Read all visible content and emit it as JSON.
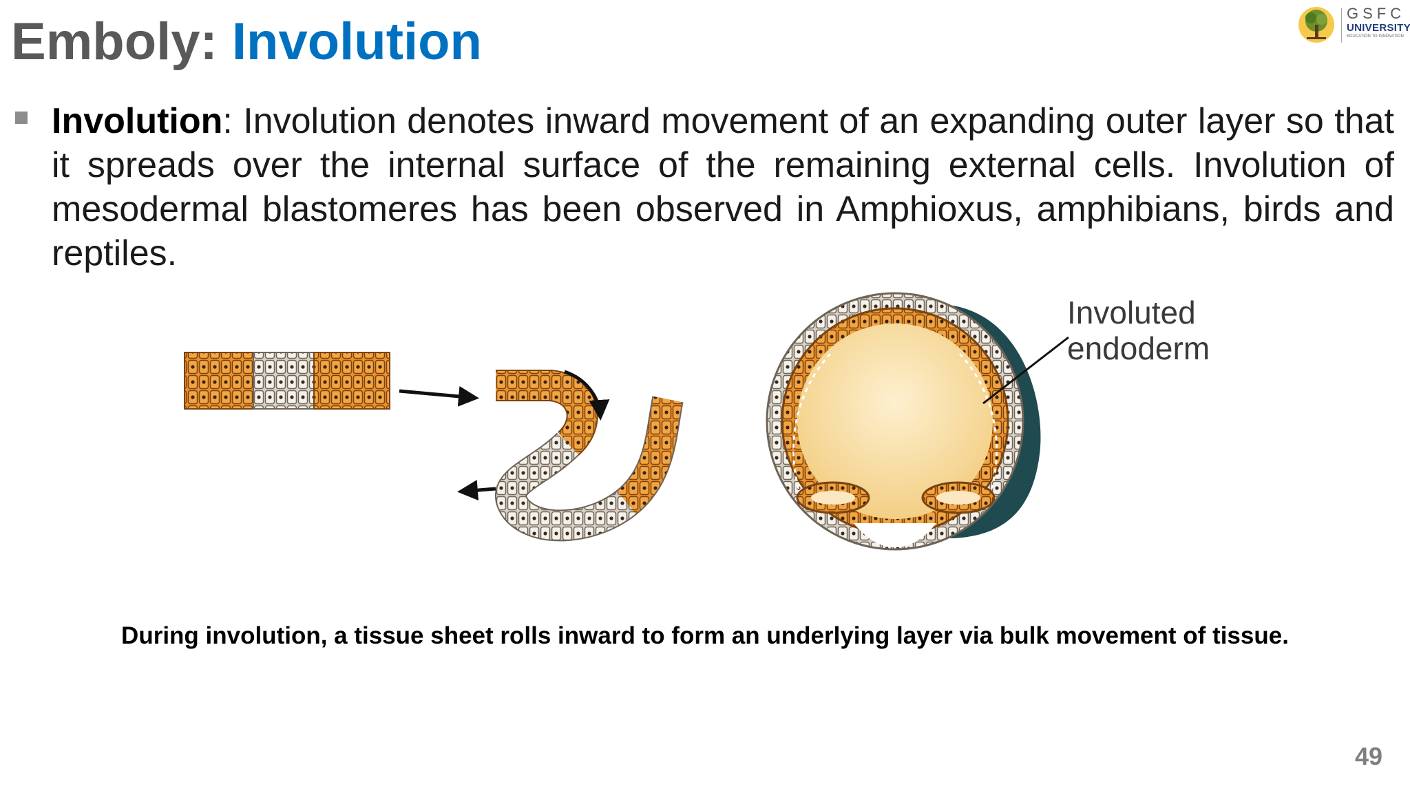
{
  "slide": {
    "title_prefix": "Emboly: ",
    "title_highlight": "Involution",
    "logo": {
      "line1": "GSFC",
      "line2": "UNIVERSITY",
      "tagline": "EDUCATION TO INNOVATION"
    },
    "bullet": {
      "term": "Involution",
      "text": ": Involution denotes inward movement of an expanding outer layer so that it spreads over the internal surface of the remaining external cells. Involution of mesodermal blastomeres has been observed in Amphioxus, amphibians, birds and reptiles."
    },
    "figure": {
      "label_line1": "Involuted",
      "label_line2": "endoderm"
    },
    "caption": "During involution, a tissue sheet rolls inward to form an underlying layer via bulk movement of tissue.",
    "page_number": "49"
  },
  "colors": {
    "title_gray": "#595959",
    "title_blue": "#0070c0",
    "cell_orange": "#e8902a",
    "cell_white": "#ece6dc",
    "yolk_cream": "#f8dda0",
    "dark_teal": "#1e4a50"
  }
}
